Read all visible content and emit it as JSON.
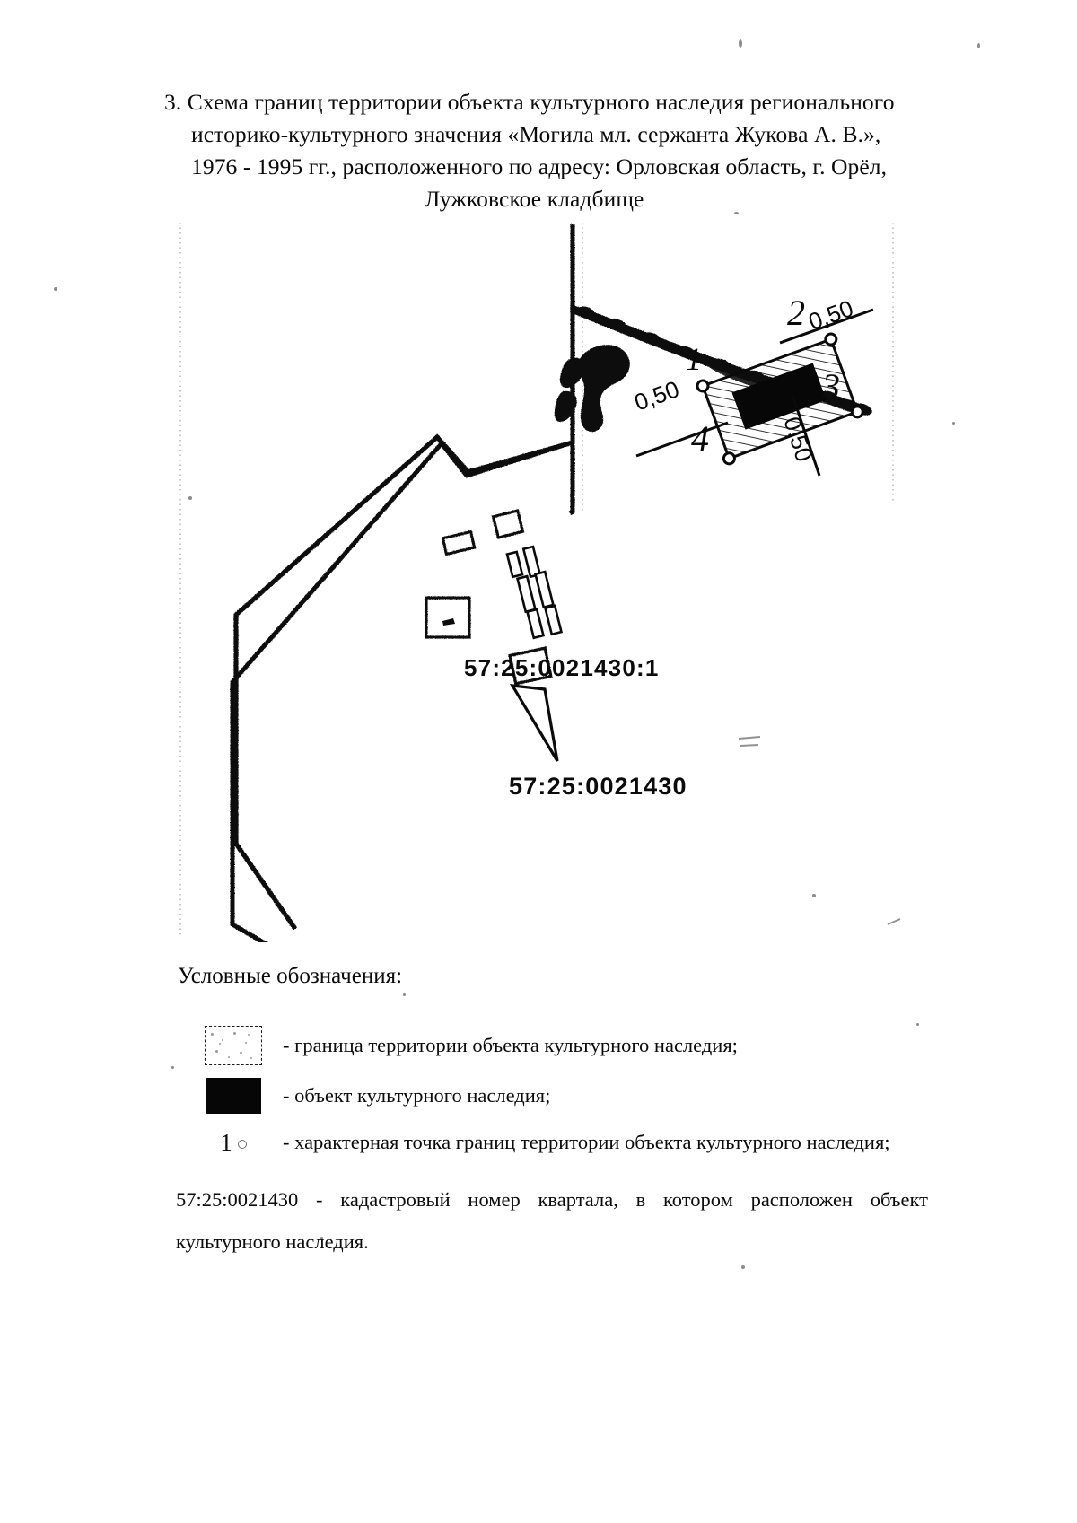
{
  "document": {
    "title_lines": [
      "3. Схема границ территории объекта культурного наследия регионального",
      "историко-культурного значения «Могила мл. сержанта Жукова А. В.»,",
      "1976 - 1995 гг., расположенного по адресу: Орловская область, г. Орёл,",
      "Лужковское кладбище"
    ]
  },
  "map": {
    "point_labels": [
      "1",
      "2",
      "3",
      "4"
    ],
    "dimension_labels": [
      "0,50",
      "0,50",
      "0,50"
    ],
    "cadastral_parcel_label": "57:25:0021430:1",
    "cadastral_block_label": "57:25:0021430"
  },
  "legend": {
    "heading": "Условные обозначения:",
    "items": [
      {
        "swatch": "dashed-speckled-rectangle",
        "text": "- граница территории объекта культурного наследия;"
      },
      {
        "swatch": "solid-black-rectangle",
        "text": "- объект культурного наследия;"
      },
      {
        "swatch": "point-number-1",
        "number": "1",
        "text": "- характерная точка границ территории объекта культурного наследия;"
      }
    ]
  },
  "closing": {
    "line1_left": "57:25:0021430",
    "line1_words": [
      "-",
      "кадастровый",
      "номер",
      "квартала,",
      "в",
      "котором",
      "расположен",
      "объект"
    ],
    "line2": "культурного наследия."
  }
}
